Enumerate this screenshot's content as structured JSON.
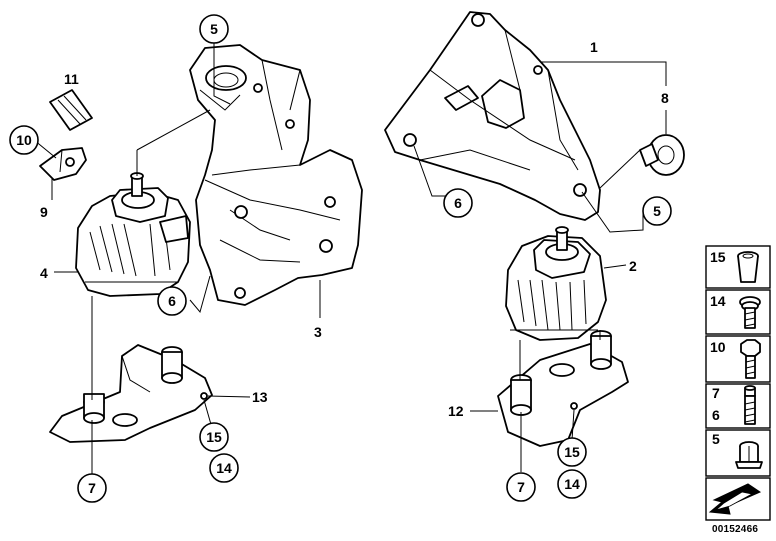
{
  "callouts": {
    "c5_top": "5",
    "c10": "10",
    "c6_left": "6",
    "c15_left": "15",
    "c14_left": "14",
    "c7_left": "7",
    "c6_right": "6",
    "c5_right": "5",
    "c15_right": "15",
    "c14_right": "14",
    "c7_right": "7"
  },
  "labels": {
    "l11": "11",
    "l9": "9",
    "l4": "4",
    "l3": "3",
    "l13": "13",
    "l1": "1",
    "l8": "8",
    "l2": "2",
    "l12": "12"
  },
  "panel": {
    "rows": [
      {
        "number": "15",
        "icon": "rubber-nut-icon"
      },
      {
        "number": "14",
        "icon": "collar-bolt-icon"
      },
      {
        "number": "10",
        "icon": "hex-bolt-icon"
      },
      {
        "number": "7",
        "number2": "6",
        "icon": "stud-bolt-icon"
      },
      {
        "number": "5",
        "icon": "hex-nut-icon"
      }
    ],
    "arrow_icon": "direction-arrow-icon"
  },
  "reference_number": "00152466"
}
